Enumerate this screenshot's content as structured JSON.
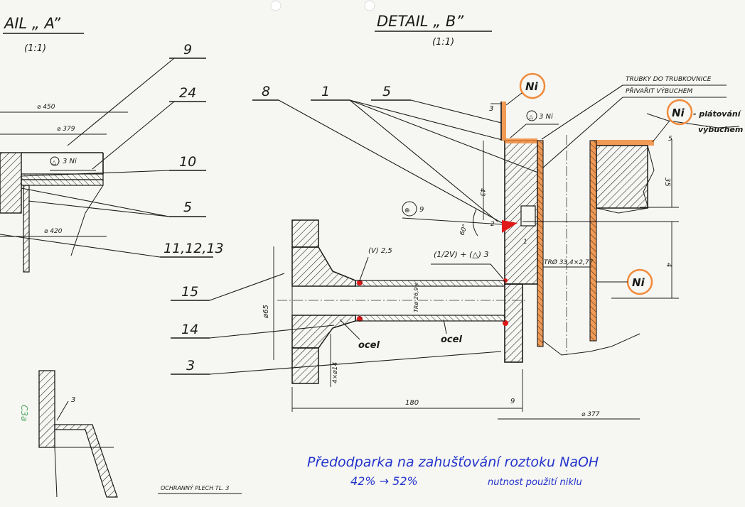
{
  "colors": {
    "ink": "#1a1a1a",
    "nickel_orange": "#f08a3a",
    "weld_red": "#e01818",
    "note_blue": "#2233cc",
    "paper": "#f6f6f2"
  },
  "detail_a": {
    "title": "AIL „ A”",
    "scale": "(1:1)",
    "dim_450": "⌀ 450",
    "dim_379": "⌀ 379",
    "dim_420": "⌀ 420",
    "weld_note": "3 Ni"
  },
  "detail_b": {
    "title": "DETAIL „ B”",
    "scale": "(1:1)"
  },
  "part_numbers": {
    "p9": "9",
    "p24": "24",
    "p10": "10",
    "p5_left": "5",
    "p111213": "11,12,13",
    "p15": "15",
    "p14": "14",
    "p3": "3",
    "p8": "8",
    "p1": "1",
    "p5_top": "5"
  },
  "notes": {
    "tube_note_line1": "TRUBKY DO TRUBKOVNICE",
    "tube_note_line2": "PŘIVAŘIT VÝBUCHEM",
    "ni_top": "Ni",
    "ni_right": "Ni",
    "ni_right_note1": "- plátování",
    "ni_right_note2": "výbuchem",
    "ni_bottom": "Ni",
    "weld_3ni": "3 Ni",
    "weld_9": "9",
    "weld_combo": "(1/2V) + (△) 3",
    "weld_v25": "(V) 2,5",
    "tube_spec": "TRØ 33,4×2,77",
    "ocel_1": "ocel",
    "ocel_2": "ocel",
    "plech": "OCHRANNÝ PLECH TL. 3",
    "side_green": "C3a",
    "corner_3": "3"
  },
  "dimensions": {
    "d3": "3",
    "d43": "43",
    "d5": "5",
    "d35": "35",
    "d4": "4",
    "d1": "1",
    "d2": "2",
    "d60": "60°",
    "d65": "ø65",
    "d4x14": "4×ø14",
    "d180": "180",
    "d9": "9",
    "d377": "⌀ 377",
    "pipe": "TRø 26,9×"
  },
  "handwritten": {
    "line1": "Předodparka na zahušťování roztoku NaOH",
    "line2": "42% → 52%",
    "line3": "nutnost použití niklu"
  }
}
